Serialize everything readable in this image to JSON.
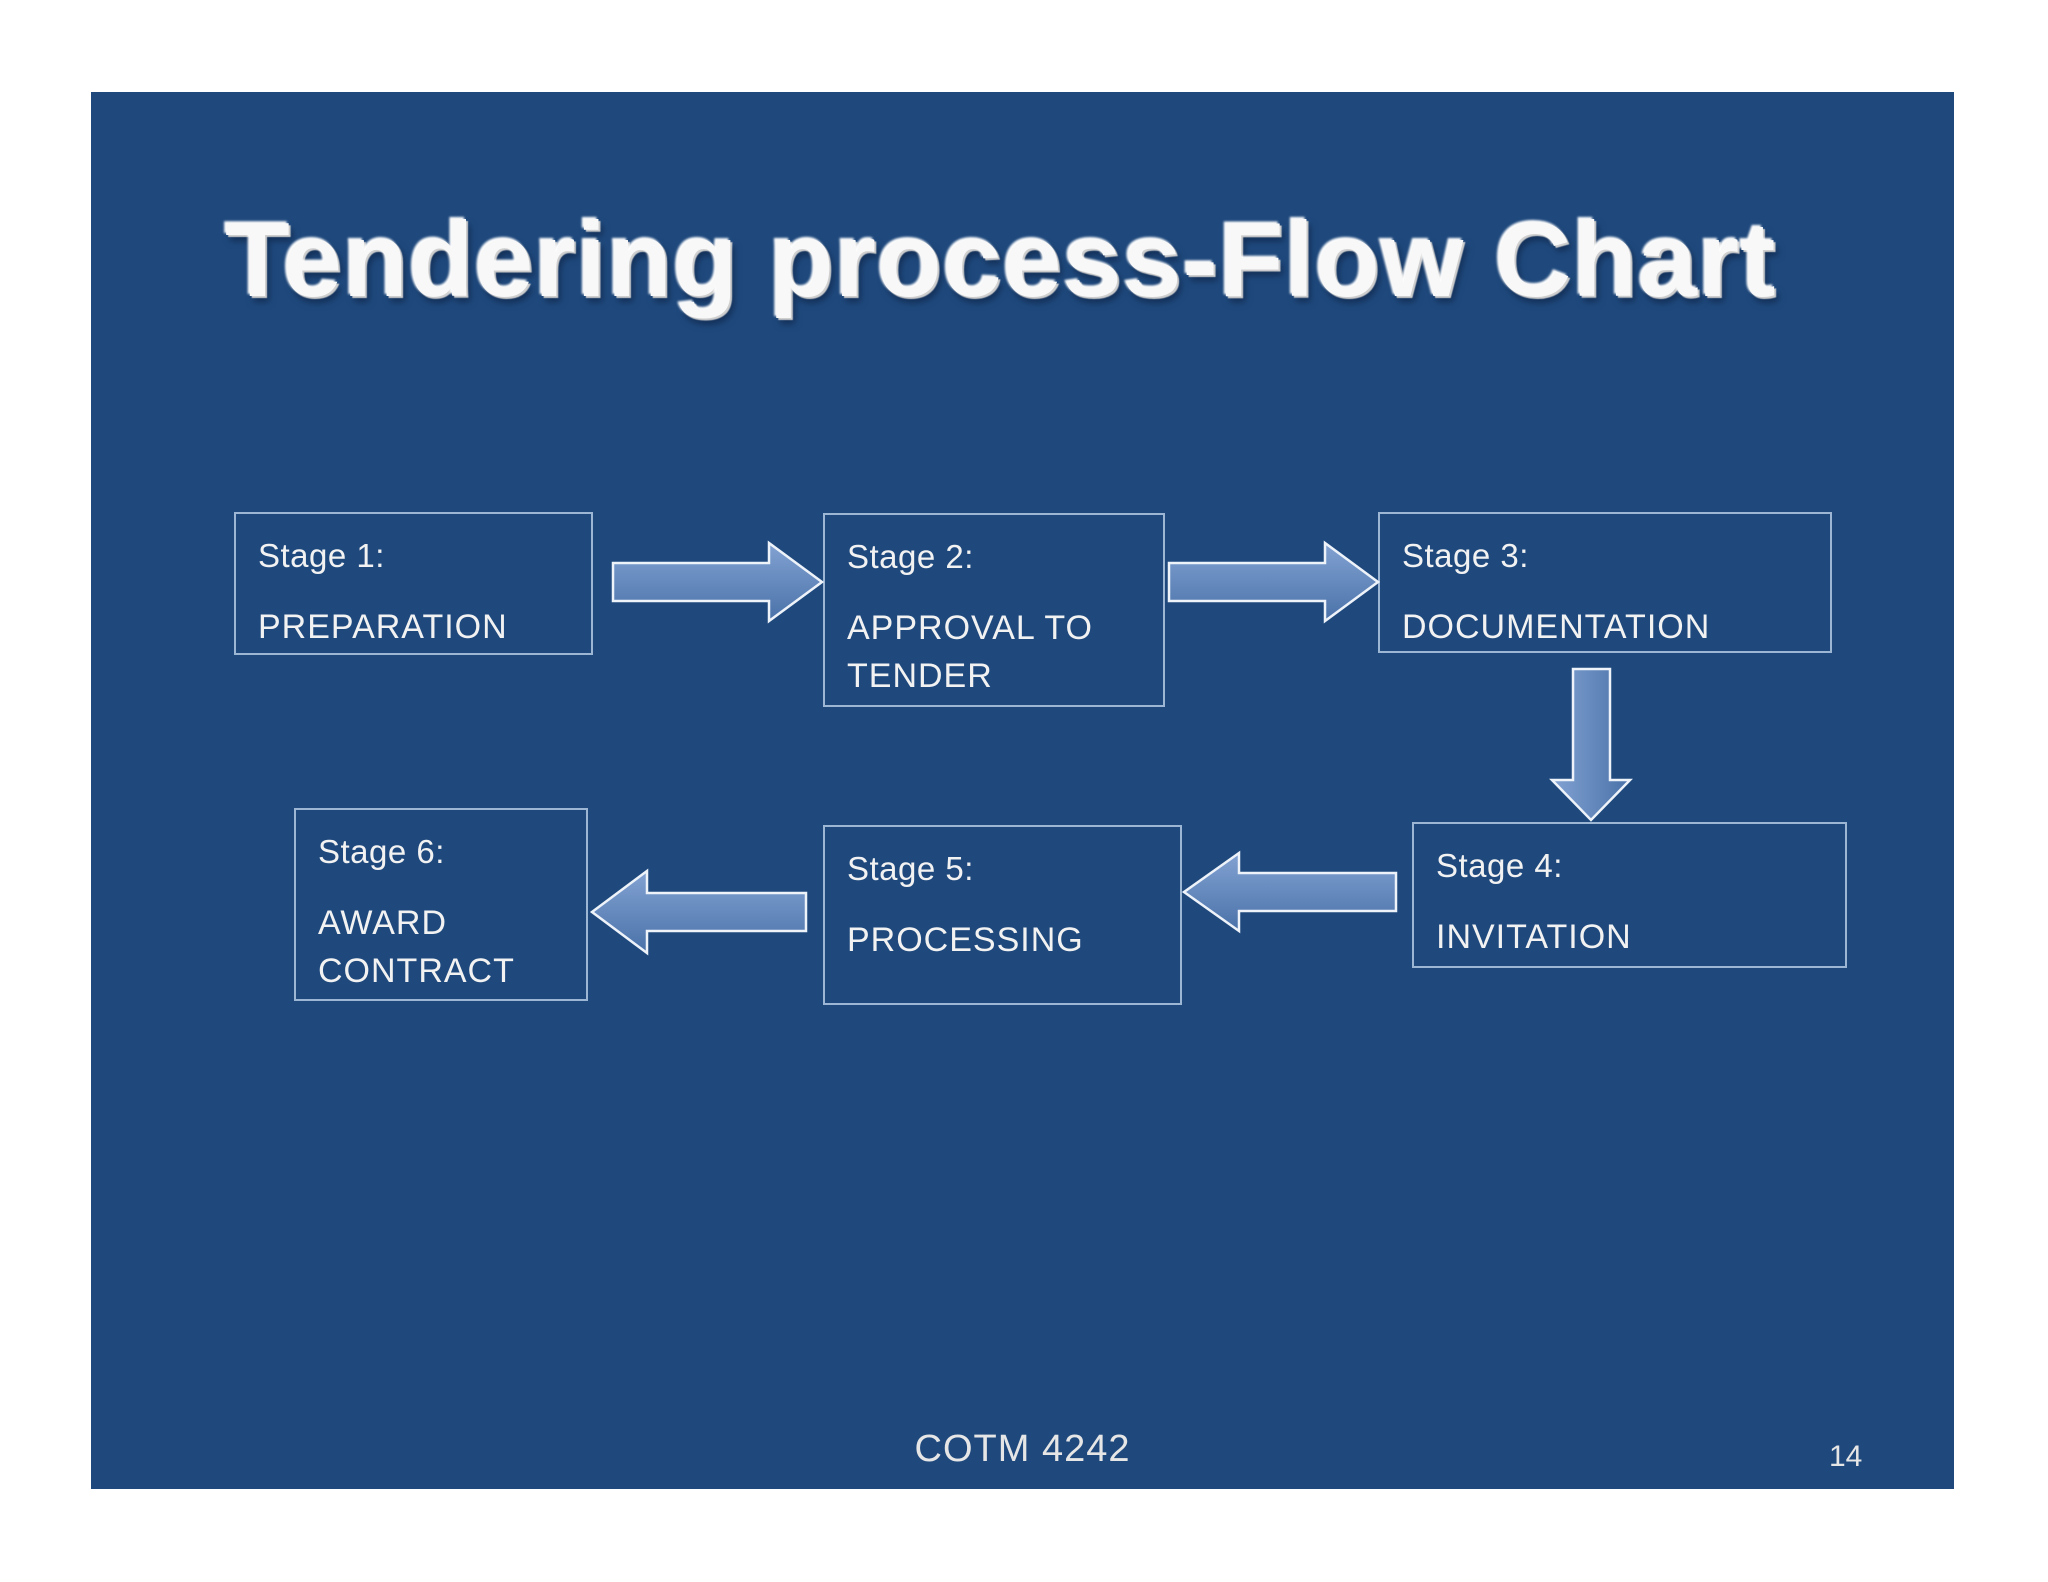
{
  "theme": {
    "page_bg": "#ffffff",
    "slide_bg": "#1f497d",
    "box_border": "#9db6d4",
    "text": "#f2f2f2",
    "arrow_fill_light": "#82a2d2",
    "arrow_fill_dark": "#4a72a9",
    "arrow_outline": "#eef3fa",
    "footer_text": "#e6e6e6"
  },
  "slide": {
    "title": "Tendering process-Flow Chart",
    "footer": {
      "course_code": "COTM 4242",
      "page_number": "14"
    },
    "flowchart": {
      "stages": [
        {
          "label": "Stage 1:",
          "name": "PREPARATION"
        },
        {
          "label": "Stage 2:",
          "name": "APPROVAL TO TENDER"
        },
        {
          "label": "Stage 3:",
          "name": "DOCUMENTATION"
        },
        {
          "label": "Stage 4:",
          "name": "INVITATION"
        },
        {
          "label": "Stage 5:",
          "name": "PROCESSING"
        },
        {
          "label": "Stage 6:",
          "name": "AWARD CONTRACT"
        }
      ],
      "connections": [
        {
          "from": "Stage 1",
          "to": "Stage 2",
          "direction": "right"
        },
        {
          "from": "Stage 2",
          "to": "Stage 3",
          "direction": "right"
        },
        {
          "from": "Stage 3",
          "to": "Stage 4",
          "direction": "down"
        },
        {
          "from": "Stage 4",
          "to": "Stage 5",
          "direction": "left"
        },
        {
          "from": "Stage 5",
          "to": "Stage 6",
          "direction": "left"
        }
      ]
    }
  }
}
